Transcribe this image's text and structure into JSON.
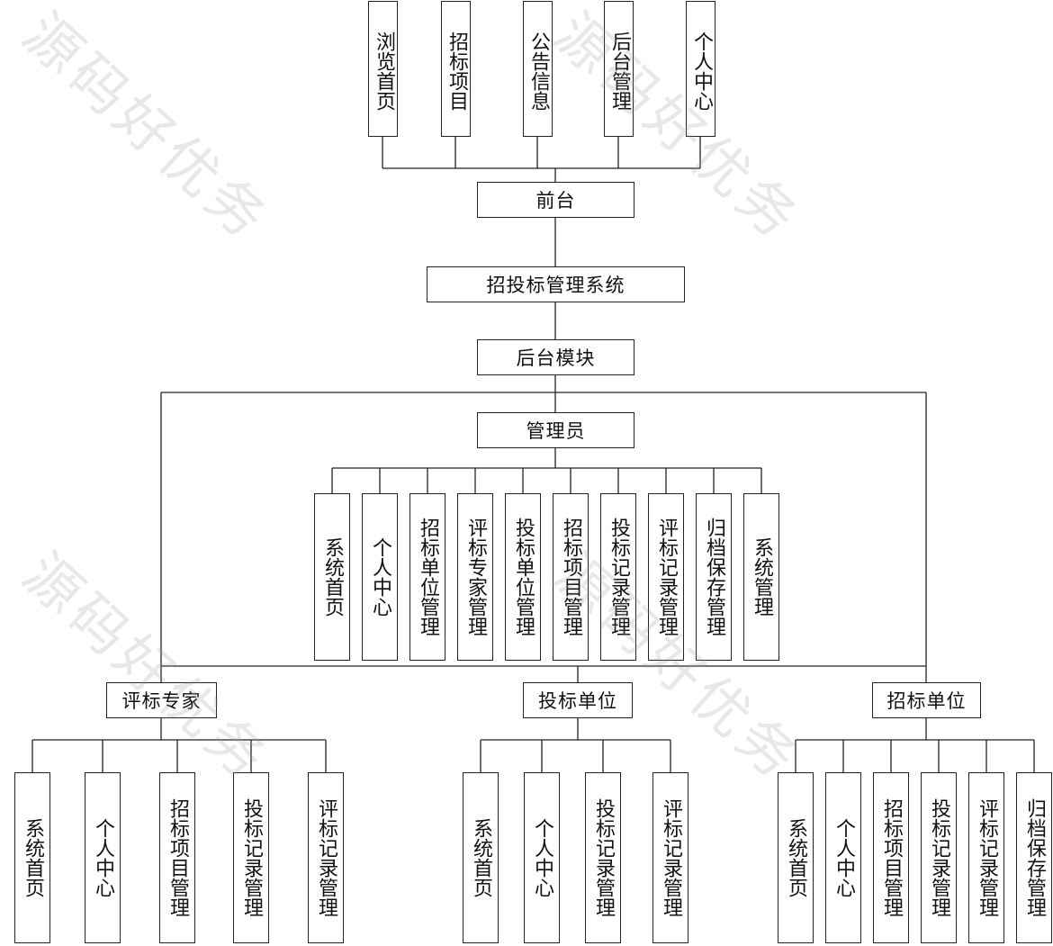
{
  "watermark": "源码好优务",
  "frontend": {
    "modules": [
      "浏览首页",
      "招标项目",
      "公告信息",
      "后台管理",
      "个人中心"
    ],
    "label": "前台"
  },
  "system": {
    "label": "招投标管理系统"
  },
  "backend": {
    "label": "后台模块"
  },
  "admin": {
    "label": "管理员",
    "modules": [
      "系统首页",
      "个人中心",
      "招标单位管理",
      "评标专家管理",
      "投标单位管理",
      "招标项目管理",
      "投标记录管理",
      "评标记录管理",
      "归档保存管理",
      "系统管理"
    ]
  },
  "expert": {
    "label": "评标专家",
    "modules": [
      "系统首页",
      "个人中心",
      "招标项目管理",
      "投标记录管理",
      "评标记录管理"
    ]
  },
  "bidder": {
    "label": "投标单位",
    "modules": [
      "系统首页",
      "个人中心",
      "投标记录管理",
      "评标记录管理"
    ]
  },
  "tenderer": {
    "label": "招标单位",
    "modules": [
      "系统首页",
      "个人中心",
      "招标项目管理",
      "投标记录管理",
      "评标记录管理",
      "归档保存管理"
    ]
  }
}
